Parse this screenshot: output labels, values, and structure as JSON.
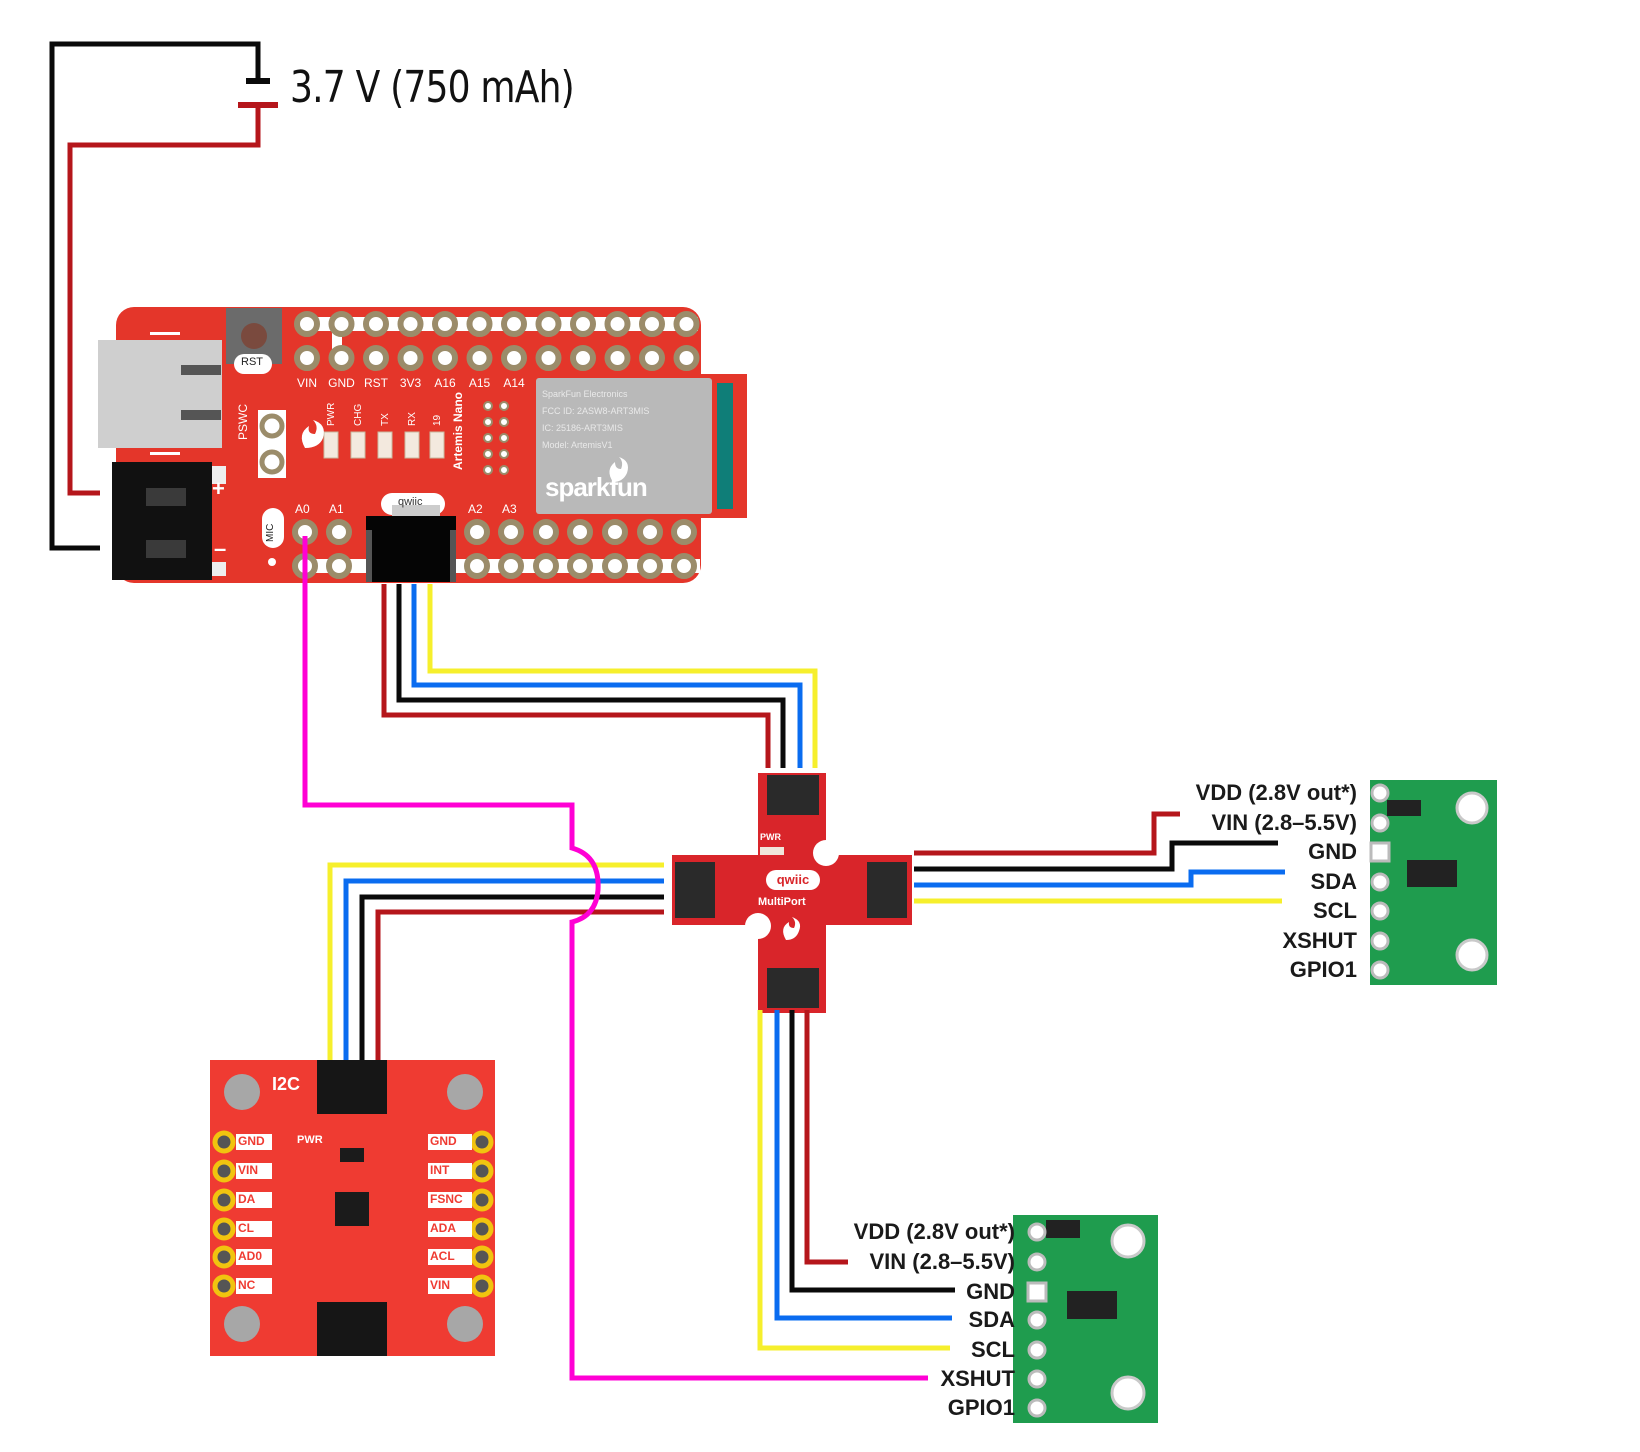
{
  "title": "Artemis Nano wiring diagram with Qwiic MultiPort, IMU and two ToF sensors",
  "battery": {
    "label": "3.7 V (750 mAh)"
  },
  "wire_colors": {
    "power": "#b5161b",
    "ground": "#0a0a0a",
    "sda": "#0a6cf0",
    "scl": "#f6ef2c",
    "xshut": "#ff00d4"
  },
  "artemis": {
    "name": "Artemis Nano",
    "rst_button_label": "RST",
    "pin_labels_top": [
      "VIN",
      "GND",
      "RST",
      "3V3",
      "A16",
      "A15",
      "A14"
    ],
    "led_labels": [
      "PWR",
      "CHG",
      "TX",
      "RX",
      "19"
    ],
    "pswc_label": "PSWC",
    "board_label": "Artemis Nano",
    "mic_label": "MIC",
    "pin_labels_bottom": [
      "A0",
      "A1",
      "A2",
      "A3"
    ],
    "qwiic_label": "qwiic",
    "battery_plus": "+",
    "battery_minus": "–",
    "module": {
      "line1": "SparkFun Electronics",
      "line2": "FCC ID: 2ASW8-ART3MIS",
      "line3": "IC: 25186-ART3MIS",
      "line4": "Model: ArtemisV1",
      "logo": "sparkfun"
    }
  },
  "multiport": {
    "pwr_label": "PWR",
    "logo": "qwiic",
    "name": "MultiPort"
  },
  "imu": {
    "bus_label": "I2C",
    "pwr_label": "PWR",
    "left_pins": [
      "GND",
      "VIN",
      "DA",
      "CL",
      "AD0",
      "NC"
    ],
    "right_pins": [
      "GND",
      "INT",
      "FSNC",
      "ADA",
      "ACL",
      "VIN"
    ]
  },
  "tof_right": {
    "pins": [
      "VDD (2.8V out*)",
      "VIN (2.8–5.5V)",
      "GND",
      "SDA",
      "SCL",
      "XSHUT",
      "GPIO1"
    ]
  },
  "tof_bottom": {
    "pins": [
      "VDD (2.8V out*)",
      "VIN (2.8–5.5V)",
      "GND",
      "SDA",
      "SCL",
      "XSHUT",
      "GPIO1"
    ]
  }
}
